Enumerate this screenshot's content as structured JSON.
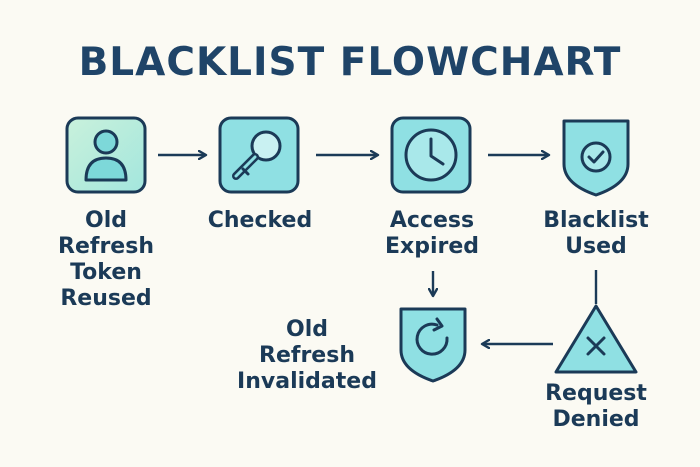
{
  "title": "BLACKLIST FLOWCHART",
  "colors": {
    "background": "#fbfaf3",
    "stroke": "#1b3a57",
    "fill_light": "#c3eed8",
    "fill_teal": "#8fe0e3"
  },
  "nodes": [
    {
      "id": "old-refresh-token",
      "icon": "user-icon",
      "label": "Old\nRefresh\nToken\nReused"
    },
    {
      "id": "checked",
      "icon": "key-icon",
      "label": "Checked"
    },
    {
      "id": "access-expired",
      "icon": "clock-icon",
      "label": "Access\nExpired"
    },
    {
      "id": "blacklist-used",
      "icon": "shield-check-icon",
      "label": "Blacklist\nUsed"
    },
    {
      "id": "request-denied",
      "icon": "warning-x-icon",
      "label": "Request\nDenied"
    },
    {
      "id": "old-refresh-invalidated",
      "icon": "shield-refresh-icon",
      "label": "Old\nRefresh\nInvalidated"
    }
  ],
  "edges": [
    {
      "from": "old-refresh-token",
      "to": "checked"
    },
    {
      "from": "checked",
      "to": "access-expired"
    },
    {
      "from": "access-expired",
      "to": "blacklist-used"
    },
    {
      "from": "access-expired",
      "to": "old-refresh-invalidated"
    },
    {
      "from": "blacklist-used",
      "to": "request-denied"
    },
    {
      "from": "request-denied",
      "to": "old-refresh-invalidated"
    }
  ]
}
